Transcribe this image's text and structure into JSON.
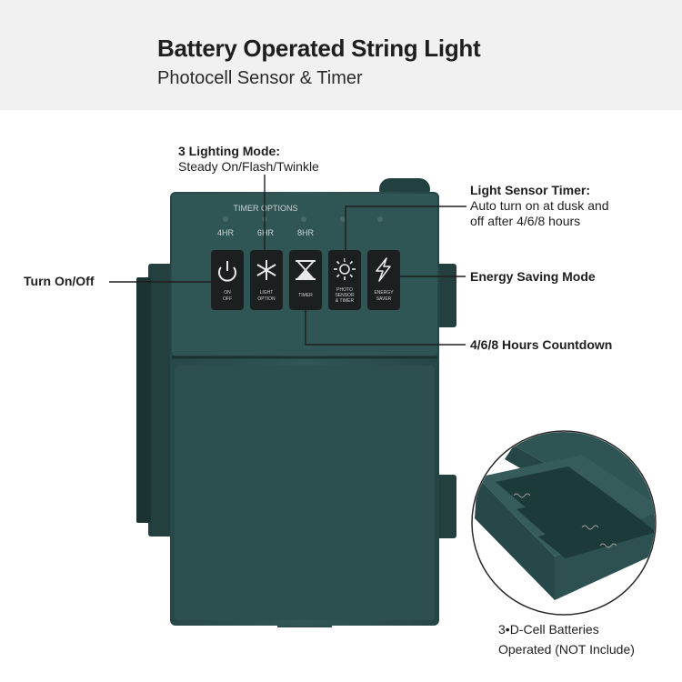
{
  "header": {
    "title": "Battery Operated String Light",
    "subtitle": "Photocell Sensor & Timer"
  },
  "annotations": {
    "lighting_mode_title": "3 Lighting Mode:",
    "lighting_mode_desc": "Steady On/Flash/Twinkle",
    "sensor_timer_title": "Light Sensor Timer:",
    "sensor_timer_desc1": "Auto turn on at dusk and",
    "sensor_timer_desc2": "off after 4/6/8 hours",
    "turn_on_off": "Turn On/Off",
    "energy_saving": "Energy Saving Mode",
    "countdown": "4/6/8 Hours Countdown",
    "batteries_line1": "3•D-Cell Batteries",
    "batteries_line2": "Operated (NOT Include)"
  },
  "device": {
    "timer_options": "TIMER OPTIONS",
    "timer_hours": [
      "4HR",
      "6HR",
      "8HR"
    ],
    "buttons": [
      {
        "icon": "power-icon",
        "label1": "ON",
        "label2": "OFF"
      },
      {
        "icon": "asterisk-icon",
        "label1": "LIGHT",
        "label2": "OPTION"
      },
      {
        "icon": "hourglass-icon",
        "label1": "TIMER",
        "label2": ""
      },
      {
        "icon": "sun-icon",
        "label1": "PHOTO",
        "label2": "SENSOR",
        "label3": "& TIMER"
      },
      {
        "icon": "lightning-icon",
        "label1": "ENERGY",
        "label2": "SAVER"
      }
    ]
  },
  "colors": {
    "device_body": "#2f5454",
    "device_dark": "#1f3c3c",
    "button": "#1c1f20",
    "header_bg": "#f1f1f1"
  }
}
